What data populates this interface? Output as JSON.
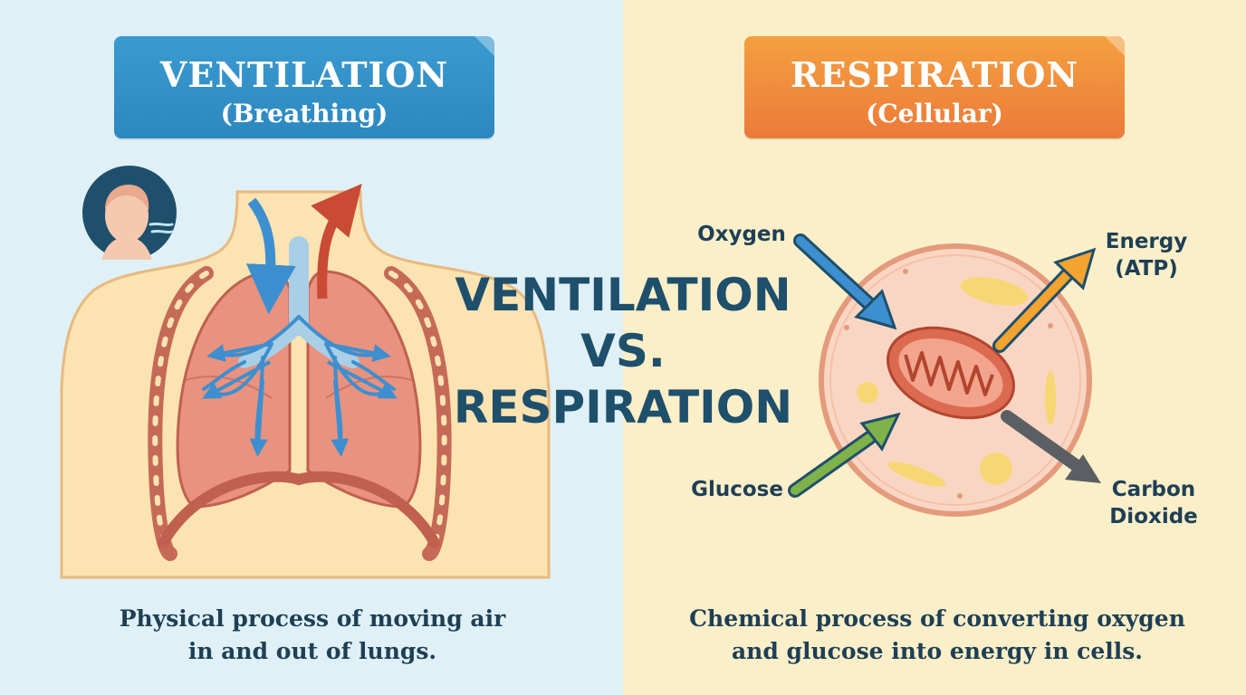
{
  "title": {
    "line1": "VENTILATION",
    "line2": "VS.",
    "line3": "RESPIRATION"
  },
  "ventilation": {
    "banner_title": "VENTILATION",
    "banner_subtitle": "(Breathing)",
    "description_line1": "Physical process of moving air",
    "description_line2": "in and out of lungs.",
    "color": "#2d87c0"
  },
  "respiration": {
    "banner_title": "RESPIRATION",
    "banner_subtitle": "(Cellular)",
    "description_line1": "Chemical process of converting oxygen",
    "description_line2": "and glucose into energy in cells.",
    "labels": {
      "oxygen": "Oxygen",
      "glucose": "Glucose",
      "energy_line1": "Energy",
      "energy_line2": "(ATP)",
      "co2_line1": "Carbon",
      "co2_line2": "Dioxide"
    },
    "color": "#ec7a3a"
  },
  "icons": [
    "person-breathing-icon",
    "lungs-illustration",
    "cell-illustration",
    "mitochondrion-icon"
  ]
}
